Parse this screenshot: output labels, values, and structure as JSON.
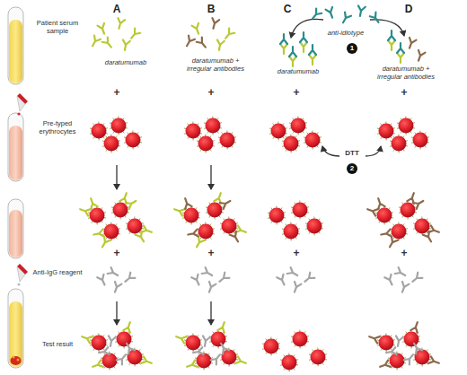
{
  "diagram": {
    "labels": [
      "A",
      "B",
      "C",
      "D",
      "anti-idiotype",
      "1",
      "Patient serum sample",
      "daratumumab",
      "daratumumab + irregular antibodies",
      "daratumumab",
      "daratumumab + irregular antibodies",
      "+",
      "+",
      "+",
      "+",
      "Pre-typed erythrocytes",
      "DTT",
      "2",
      "+",
      "+",
      "+",
      "+",
      "Anti-IgG reagent",
      "Test result"
    ]
  }
}
